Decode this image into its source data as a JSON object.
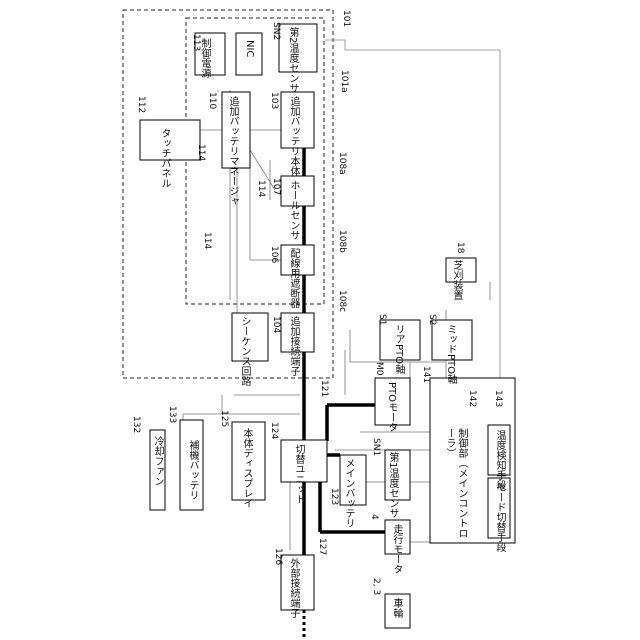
{
  "blocks": {
    "ctrl_power": "制御電源",
    "nic": "NIC",
    "temp_sensor2": "第2温度センサ",
    "battery_manager": "追加バッテリマネージャ",
    "extra_battery": "追加バッテリ本体",
    "touch_panel": "タッチパネル",
    "hall_sensor": "ホールセンサ",
    "breaker": "配線用遮断器",
    "mower": "芝刈装置",
    "sequence": "シーケンス回路",
    "extra_terminal": "追加接続端子",
    "rear_pto": "リアPTO軸",
    "mid_pto": "ミッドPTO軸",
    "pto_motor": "PTOモータ",
    "cooling_fan": "冷却ファン",
    "aux_battery": "補機バッテリ",
    "main_display": "本体ディスプレイ",
    "switch_unit": "切替ユニット",
    "main_battery": "メインバッテリ",
    "temp_sensor1": "第1温度センサ",
    "controller": "制御部（メインコントローラ）",
    "temp_detect": "温度検知手段",
    "mode_switch": "モード切替手段",
    "travel_motor": "走行モータ",
    "ext_terminal": "外部接続端子",
    "wheel": "車輪"
  },
  "refs": {
    "r113": "113",
    "rsn2": "SN2",
    "r101": "101",
    "r101a": "101a",
    "r112": "112",
    "r110": "110",
    "r103": "103",
    "r114a": "114",
    "r114b": "114",
    "r114c": "114",
    "r107": "107",
    "r108a": "108a",
    "r108b": "108b",
    "r108c": "108c",
    "r106": "106",
    "r18": "18",
    "rs1": "S1",
    "rs2": "S2",
    "r104": "104",
    "rm0": "M0",
    "r141": "141",
    "r121": "121",
    "r142": "142",
    "r143": "143",
    "r132": "132",
    "r133": "133",
    "r125": "125",
    "r124": "124",
    "rsn1": "SN1",
    "r123": "123",
    "r4": "4",
    "r126": "126",
    "r127": "127",
    "r23": "2, 3"
  }
}
